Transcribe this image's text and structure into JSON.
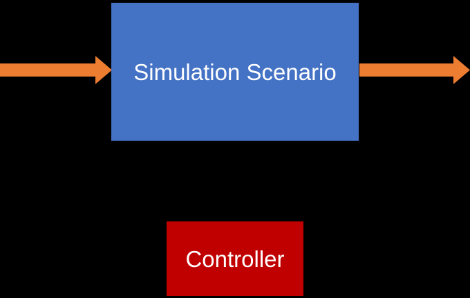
{
  "diagram": {
    "background_color": "#000000",
    "nodes": [
      {
        "id": "simulation-scenario",
        "label": "Simulation Scenario",
        "fill": "#4472C4",
        "text_color": "#FFFFFF"
      },
      {
        "id": "controller",
        "label": "Controller",
        "fill": "#C00000",
        "text_color": "#FFFFFF"
      }
    ],
    "arrows": [
      {
        "id": "input-arrow",
        "direction": "right",
        "color": "#ED7D31"
      },
      {
        "id": "output-arrow",
        "direction": "right",
        "color": "#ED7D31"
      }
    ]
  }
}
